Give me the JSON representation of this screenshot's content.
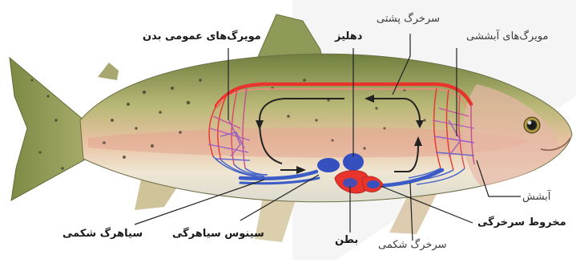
{
  "labels": {
    "body_capillaries": "مویرگ‌های عمومی بدن",
    "atrium": "دهلیز",
    "dorsal_aorta": "سرخرگ پشتی",
    "gill_capillaries": "مویرگ‌های آبششی",
    "gill": "آبشش",
    "arterial_cone": "مخروط سرخرگی",
    "ventral_aorta": "سرخرگ شکمی",
    "ventricle": "بطن",
    "sinus_venosus": "سینوس سیاهرگی",
    "ventral_vein": "سیاهرگ شکمی"
  },
  "colors": {
    "artery": "#e8342c",
    "vein": "#3b5cc6",
    "capillary": "#b35ab8",
    "heart": "#3750c0",
    "leader": "#222222"
  }
}
